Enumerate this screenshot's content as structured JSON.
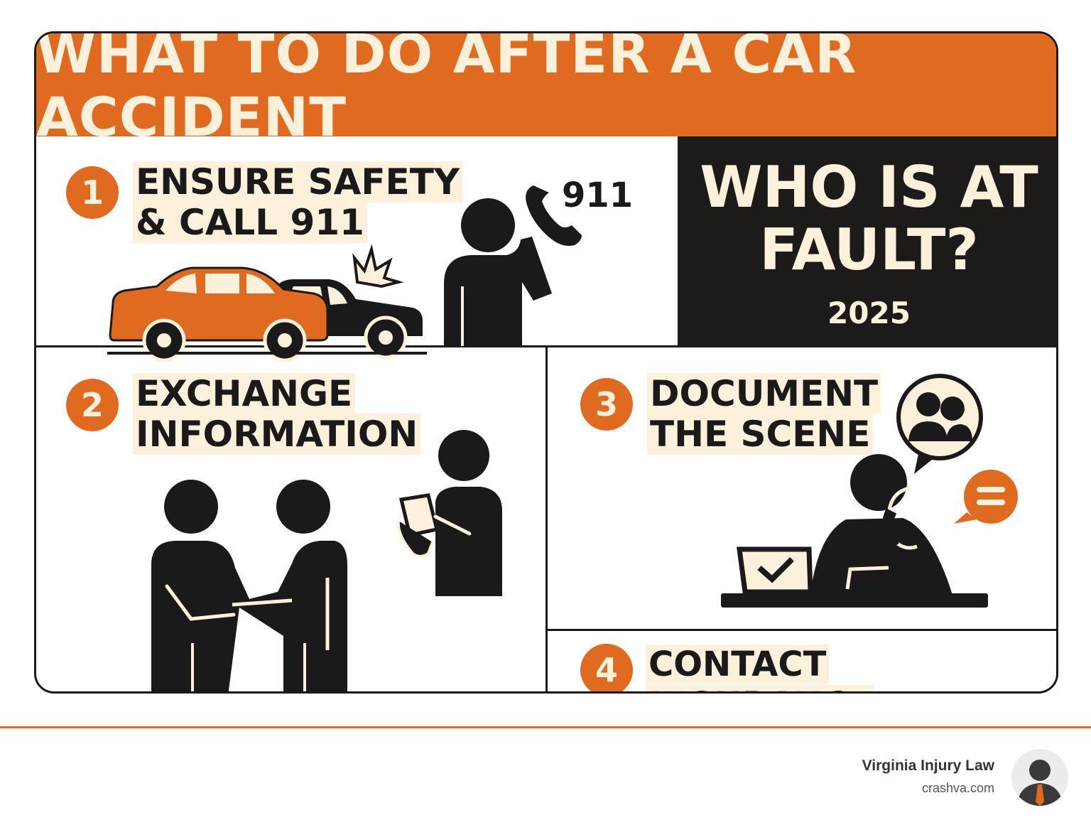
{
  "header": {
    "title": "WHAT TO DO AFTER A CAR ACCIDENT"
  },
  "steps": [
    {
      "number": "1",
      "line1": "ENSURE SAFETY",
      "line2": "& CALL 911"
    },
    {
      "number": "2",
      "line1": "EXCHANGE",
      "line2": "INFORMATION"
    },
    {
      "number": "3",
      "line1": "DOCUMENT",
      "line2": "THE SCENE"
    },
    {
      "number": "4",
      "line1": "CONTACT INSURANCE"
    }
  ],
  "phone_label": "911",
  "fault_panel": {
    "line1": "WHO IS AT",
    "line2": "FAULT?",
    "year": "2025"
  },
  "footer": {
    "brand": "Virginia Injury Law",
    "url": "crashva.com"
  },
  "colors": {
    "accent": "#e06a1f",
    "dark": "#1c1b19",
    "cream": "#fdf1dc"
  }
}
